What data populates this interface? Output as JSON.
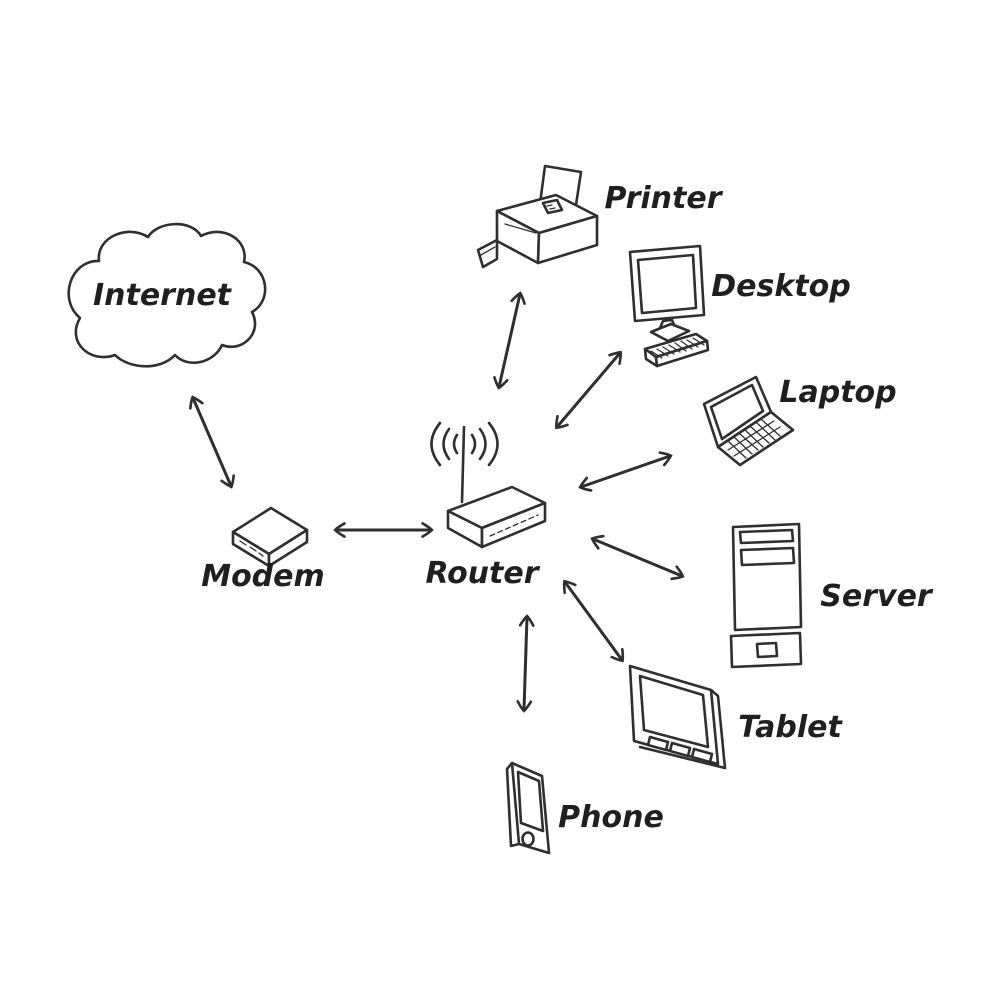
{
  "diagram": {
    "type": "network-topology-sketch",
    "background_color": "#ffffff",
    "ink_color": "#2f2f2f",
    "nodes": {
      "internet": {
        "label": "Internet",
        "kind": "cloud"
      },
      "modem": {
        "label": "Modem",
        "kind": "modem"
      },
      "router": {
        "label": "Router",
        "kind": "wireless-router"
      },
      "printer": {
        "label": "Printer",
        "kind": "printer"
      },
      "desktop": {
        "label": "Desktop",
        "kind": "desktop-computer"
      },
      "laptop": {
        "label": "Laptop",
        "kind": "laptop"
      },
      "server": {
        "label": "Server",
        "kind": "server-tower"
      },
      "tablet": {
        "label": "Tablet",
        "kind": "tablet"
      },
      "phone": {
        "label": "Phone",
        "kind": "smartphone"
      }
    },
    "connections": [
      {
        "from": "internet",
        "to": "modem",
        "style": "double-headed-arrow"
      },
      {
        "from": "modem",
        "to": "router",
        "style": "double-headed-arrow"
      },
      {
        "from": "router",
        "to": "printer",
        "style": "double-headed-arrow"
      },
      {
        "from": "router",
        "to": "desktop",
        "style": "double-headed-arrow"
      },
      {
        "from": "router",
        "to": "laptop",
        "style": "double-headed-arrow"
      },
      {
        "from": "router",
        "to": "server",
        "style": "double-headed-arrow"
      },
      {
        "from": "router",
        "to": "tablet",
        "style": "double-headed-arrow"
      },
      {
        "from": "router",
        "to": "phone",
        "style": "double-headed-arrow"
      }
    ]
  }
}
